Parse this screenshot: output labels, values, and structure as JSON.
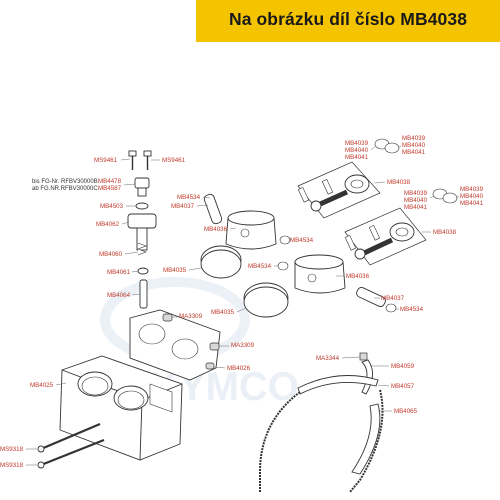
{
  "banner": {
    "title": "Na obrázku díl číslo MB4038",
    "bg": "#f5c400"
  },
  "watermark": {
    "text": "KYMCO"
  },
  "note": {
    "line1": "bis FG-Nr. RFBV30000B",
    "line2": "ab FG.NR.RFBV30000C"
  },
  "labels": {
    "ms9461_a": "MS9461",
    "ms9461_b": "MS9461",
    "mb4478": "MB4478",
    "mb4587": "MB4587",
    "mb4503": "MB4503",
    "mb4062": "MB4062",
    "mb4060": "MB4060",
    "mb4061": "MB4061",
    "mb4064": "MB4064",
    "mb4534_a": "MB4534",
    "mb4037_a": "MB4037",
    "mb4036_a": "MB4036",
    "mb4534_b": "MB4534",
    "mb4035_a": "MB4035",
    "mb4534_c": "MB4534",
    "mb4036_b": "MB4036",
    "mb4035_b": "MB4035",
    "mb4037_b": "MB4037",
    "mb4534_d": "MB4534",
    "mb4039_a": "MB4039",
    "mb4040_a": "MB4040",
    "mb4041_a": "MB4041",
    "mb4039_b": "MB4039",
    "mb4040_b": "MB4040",
    "mb4041_b": "MB4041",
    "mb4038_a": "MB4038",
    "mb4039_c": "MB4039",
    "mb4040_c": "MB4040",
    "mb4041_c": "MB4041",
    "mb4039_d": "MB4039",
    "mb4040_d": "MB4040",
    "mb4041_d": "MB4041",
    "mb4038_b": "MB4038",
    "ma3309_a": "MA3309",
    "ma3309_b": "MA3309",
    "mb4026": "MB4026",
    "mb4025": "MB4025",
    "ma3344": "MA3344",
    "mb4059": "MB4059",
    "mb4057": "MB4057",
    "mb4065": "MB4065",
    "ms9318_a": "MS9318",
    "ms9318_b": "MS9318"
  }
}
